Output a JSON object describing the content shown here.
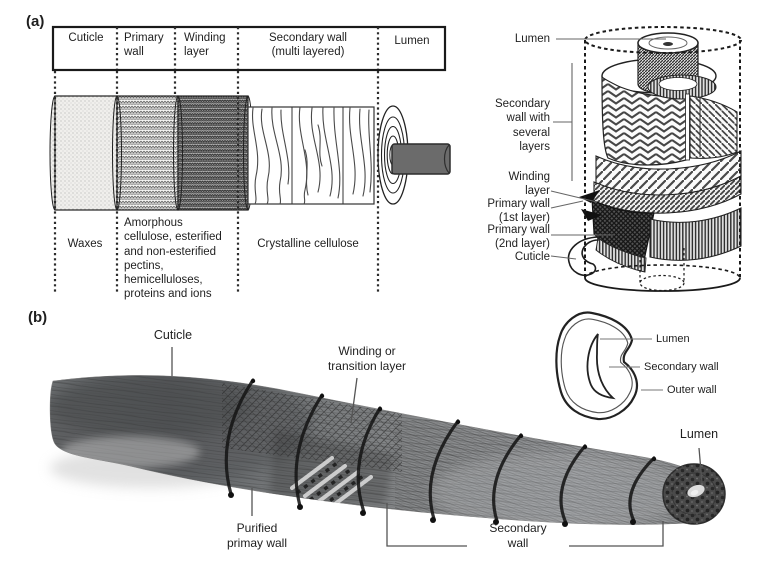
{
  "panel_a": {
    "marker": "(a)",
    "header_columns": [
      "Cuticle",
      "Primary wall",
      "Winding layer",
      "Secondary wall (multi layered)",
      "Lumen"
    ],
    "composition_labels": {
      "waxes": "Waxes",
      "amorphous": "Amorphous cellulose, esterified and non-esterified pectins, hemicelluloses, proteins and ions",
      "crystalline": "Crystalline cellulose"
    },
    "cylinder3d_labels": {
      "lumen": "Lumen",
      "secondary_wall": "Secondary wall with several layers",
      "winding_layer": "Winding layer",
      "primary_wall_1": "Primary wall (1st layer)",
      "primary_wall_2": "Primary wall (2nd layer)",
      "cuticle": "Cuticle"
    }
  },
  "panel_b": {
    "marker": "(b)",
    "fiber_labels": {
      "cuticle": "Cuticle",
      "winding": "Winding or transition layer",
      "purified_primary": "Purified primay wall",
      "secondary_wall": "Secondary wall",
      "lumen": "Lumen"
    },
    "cross_section_labels": {
      "lumen": "Lumen",
      "secondary_wall": "Secondary wall",
      "outer_wall": "Outer wall"
    }
  },
  "colors": {
    "background": "#ffffff",
    "ink": "#1f1f1f",
    "pointer_line": "#555555",
    "lumen_rod_gray": "#6b6b6b"
  }
}
